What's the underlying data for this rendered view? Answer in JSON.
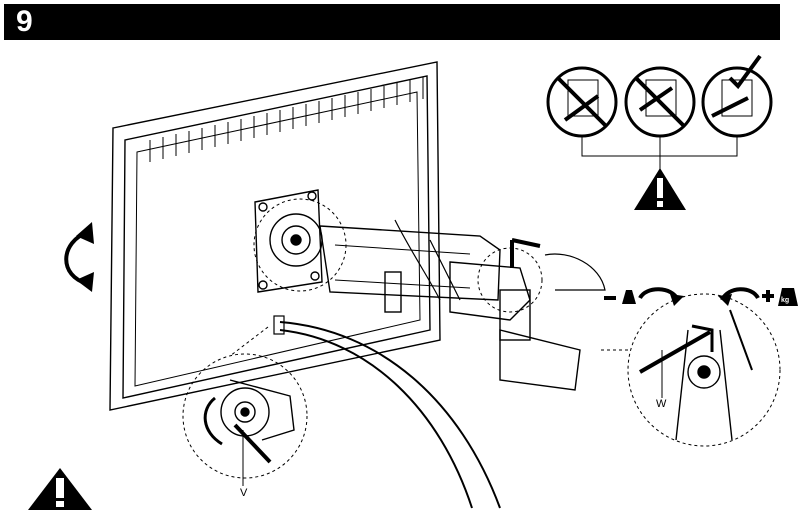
{
  "step": {
    "number": "9"
  },
  "labels": {
    "v": "V",
    "w": "W",
    "kg": "kg"
  },
  "icons": {
    "warning_top": "warning-triangle-icon",
    "warning_bottom": "warning-triangle-icon",
    "rotate": "curved-rotate-arrow-icon",
    "decrease_weight": "minus-weight-icon",
    "increase_weight": "plus-weight-icon"
  },
  "colors": {
    "bar": "#000000",
    "line": "#000000",
    "background": "#ffffff"
  }
}
